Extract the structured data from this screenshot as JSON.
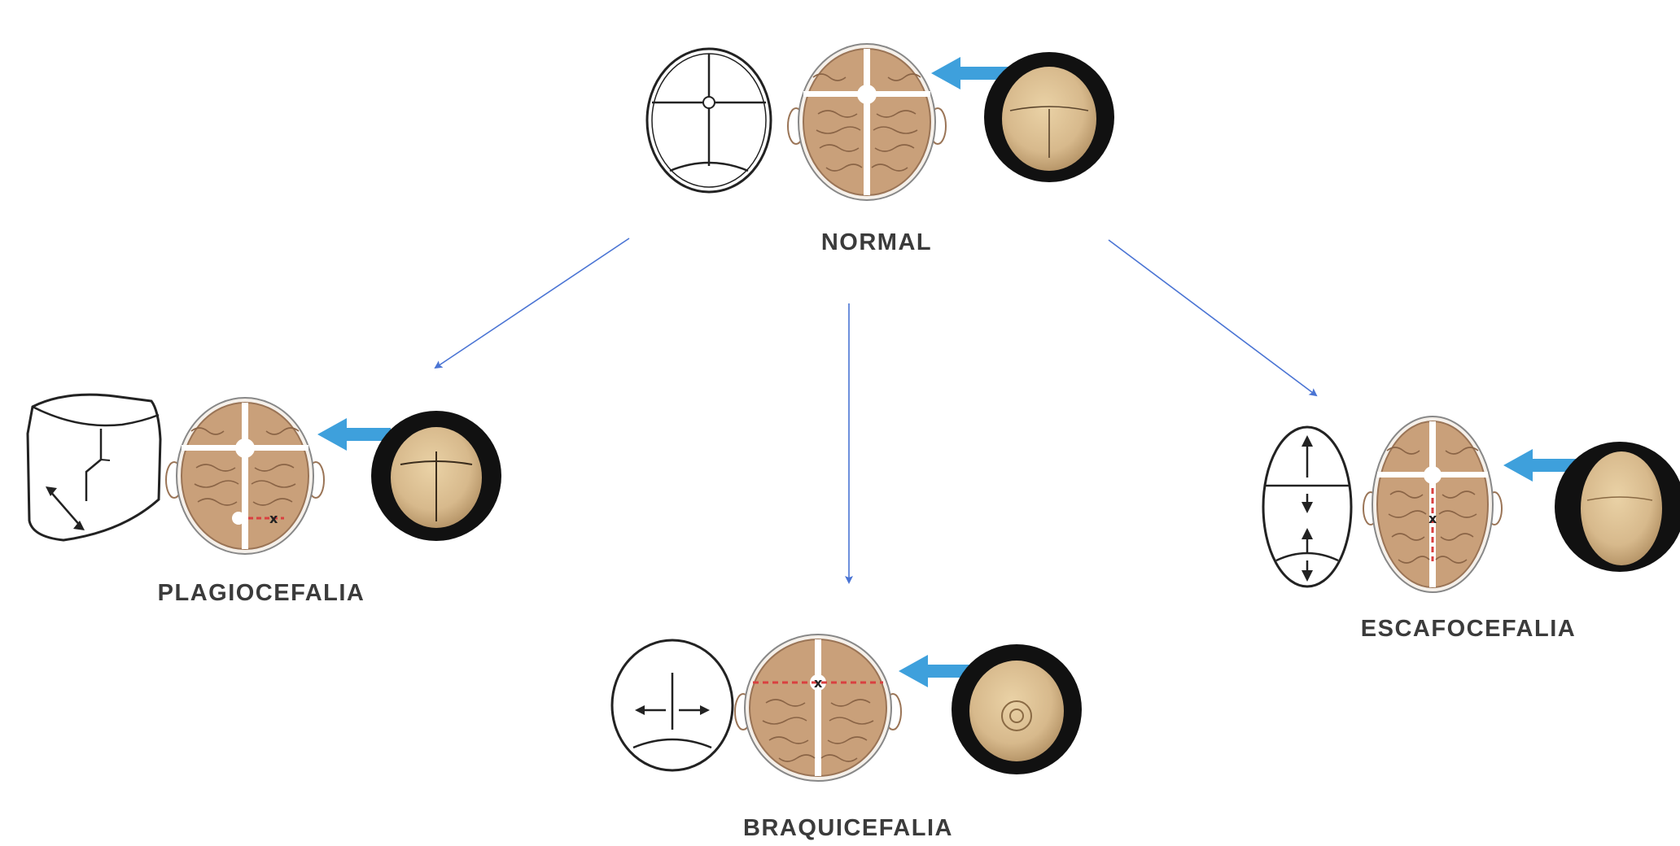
{
  "labels": {
    "normal": "NORMAL",
    "plagiocephaly": "PLAGIOCEFALIA",
    "brachycephaly": "BRAQUICEFALIA",
    "scaphocephaly": "ESCAFOCEFALIA"
  },
  "colors": {
    "connector_arrow": "#4a74d4",
    "pressure_arrow": "#3ea0dc",
    "brain": "#c9a07a",
    "brain_outline": "#9a7456",
    "skull_photo": "#d7b98c",
    "photo_background": "#111111",
    "suture_marker": "#d94040",
    "outline": "#222222",
    "label_text": "#3b3b3b"
  },
  "icons": [
    "skull-top-view-outline-icon",
    "brain-top-view-icon",
    "pressure-arrow-icon",
    "infant-skull-photo-icon"
  ]
}
